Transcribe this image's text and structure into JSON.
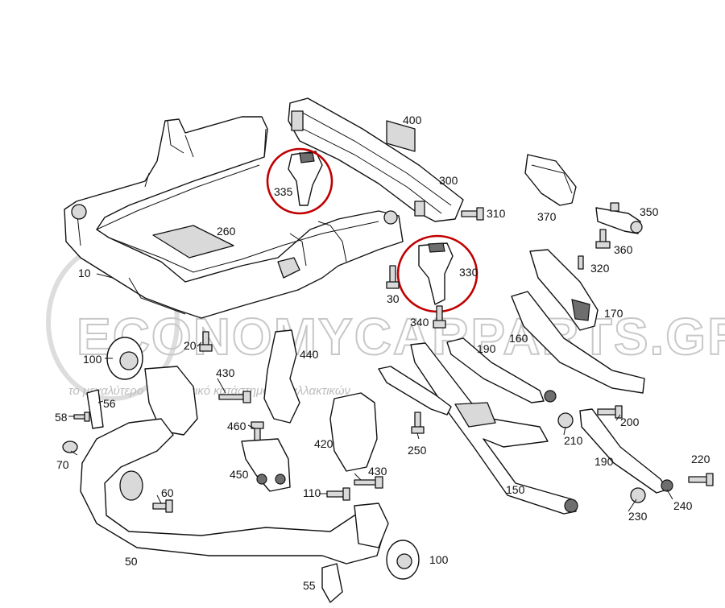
{
  "watermark": {
    "brand": "ECONOMYCARPARTS.GR",
    "tagline": "το μεγαλύτερο ηλεκτρονικό κατάστημα ανταλλακτικών"
  },
  "highlight_color": "#c00000",
  "labels": {
    "p10": "10",
    "p20": "20",
    "p30": "30",
    "p50": "50",
    "p55": "55",
    "p56": "56",
    "p58": "58",
    "p60": "60",
    "p70": "70",
    "p100a": "100",
    "p100b": "100",
    "p110": "110",
    "p150": "150",
    "p160": "160",
    "p170": "170",
    "p190a": "190",
    "p190b": "190",
    "p200": "200",
    "p210": "210",
    "p220": "220",
    "p230": "230",
    "p240": "240",
    "p250": "250",
    "p260": "260",
    "p300": "300",
    "p310": "310",
    "p320": "320",
    "p330": "330",
    "p335": "335",
    "p340": "340",
    "p350": "350",
    "p360": "360",
    "p370": "370",
    "p400": "400",
    "p420": "420",
    "p430a": "430",
    "p430b": "430",
    "p440": "440",
    "p450": "450",
    "p460": "460"
  }
}
